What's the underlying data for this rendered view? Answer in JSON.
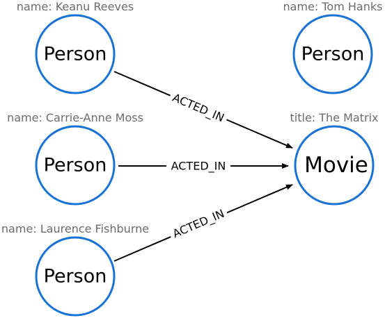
{
  "colors": {
    "node_stroke": "#1a73d4",
    "property_text": "#6b6b6b",
    "edge": "#000000"
  },
  "nodes": {
    "keanu": {
      "label": "Person",
      "property": "name: Keanu Reeves"
    },
    "carrie": {
      "label": "Person",
      "property": "name: Carrie-Anne Moss"
    },
    "laurence": {
      "label": "Person",
      "property": "name: Laurence Fishburne"
    },
    "tom": {
      "label": "Person",
      "property": "name: Tom Hanks"
    },
    "matrix": {
      "label": "Movie",
      "property": "title: The Matrix"
    }
  },
  "edges": {
    "keanu_matrix": {
      "label": "ACTED_IN"
    },
    "carrie_matrix": {
      "label": "ACTED_IN"
    },
    "laurence_matrix": {
      "label": "ACTED_IN"
    }
  }
}
